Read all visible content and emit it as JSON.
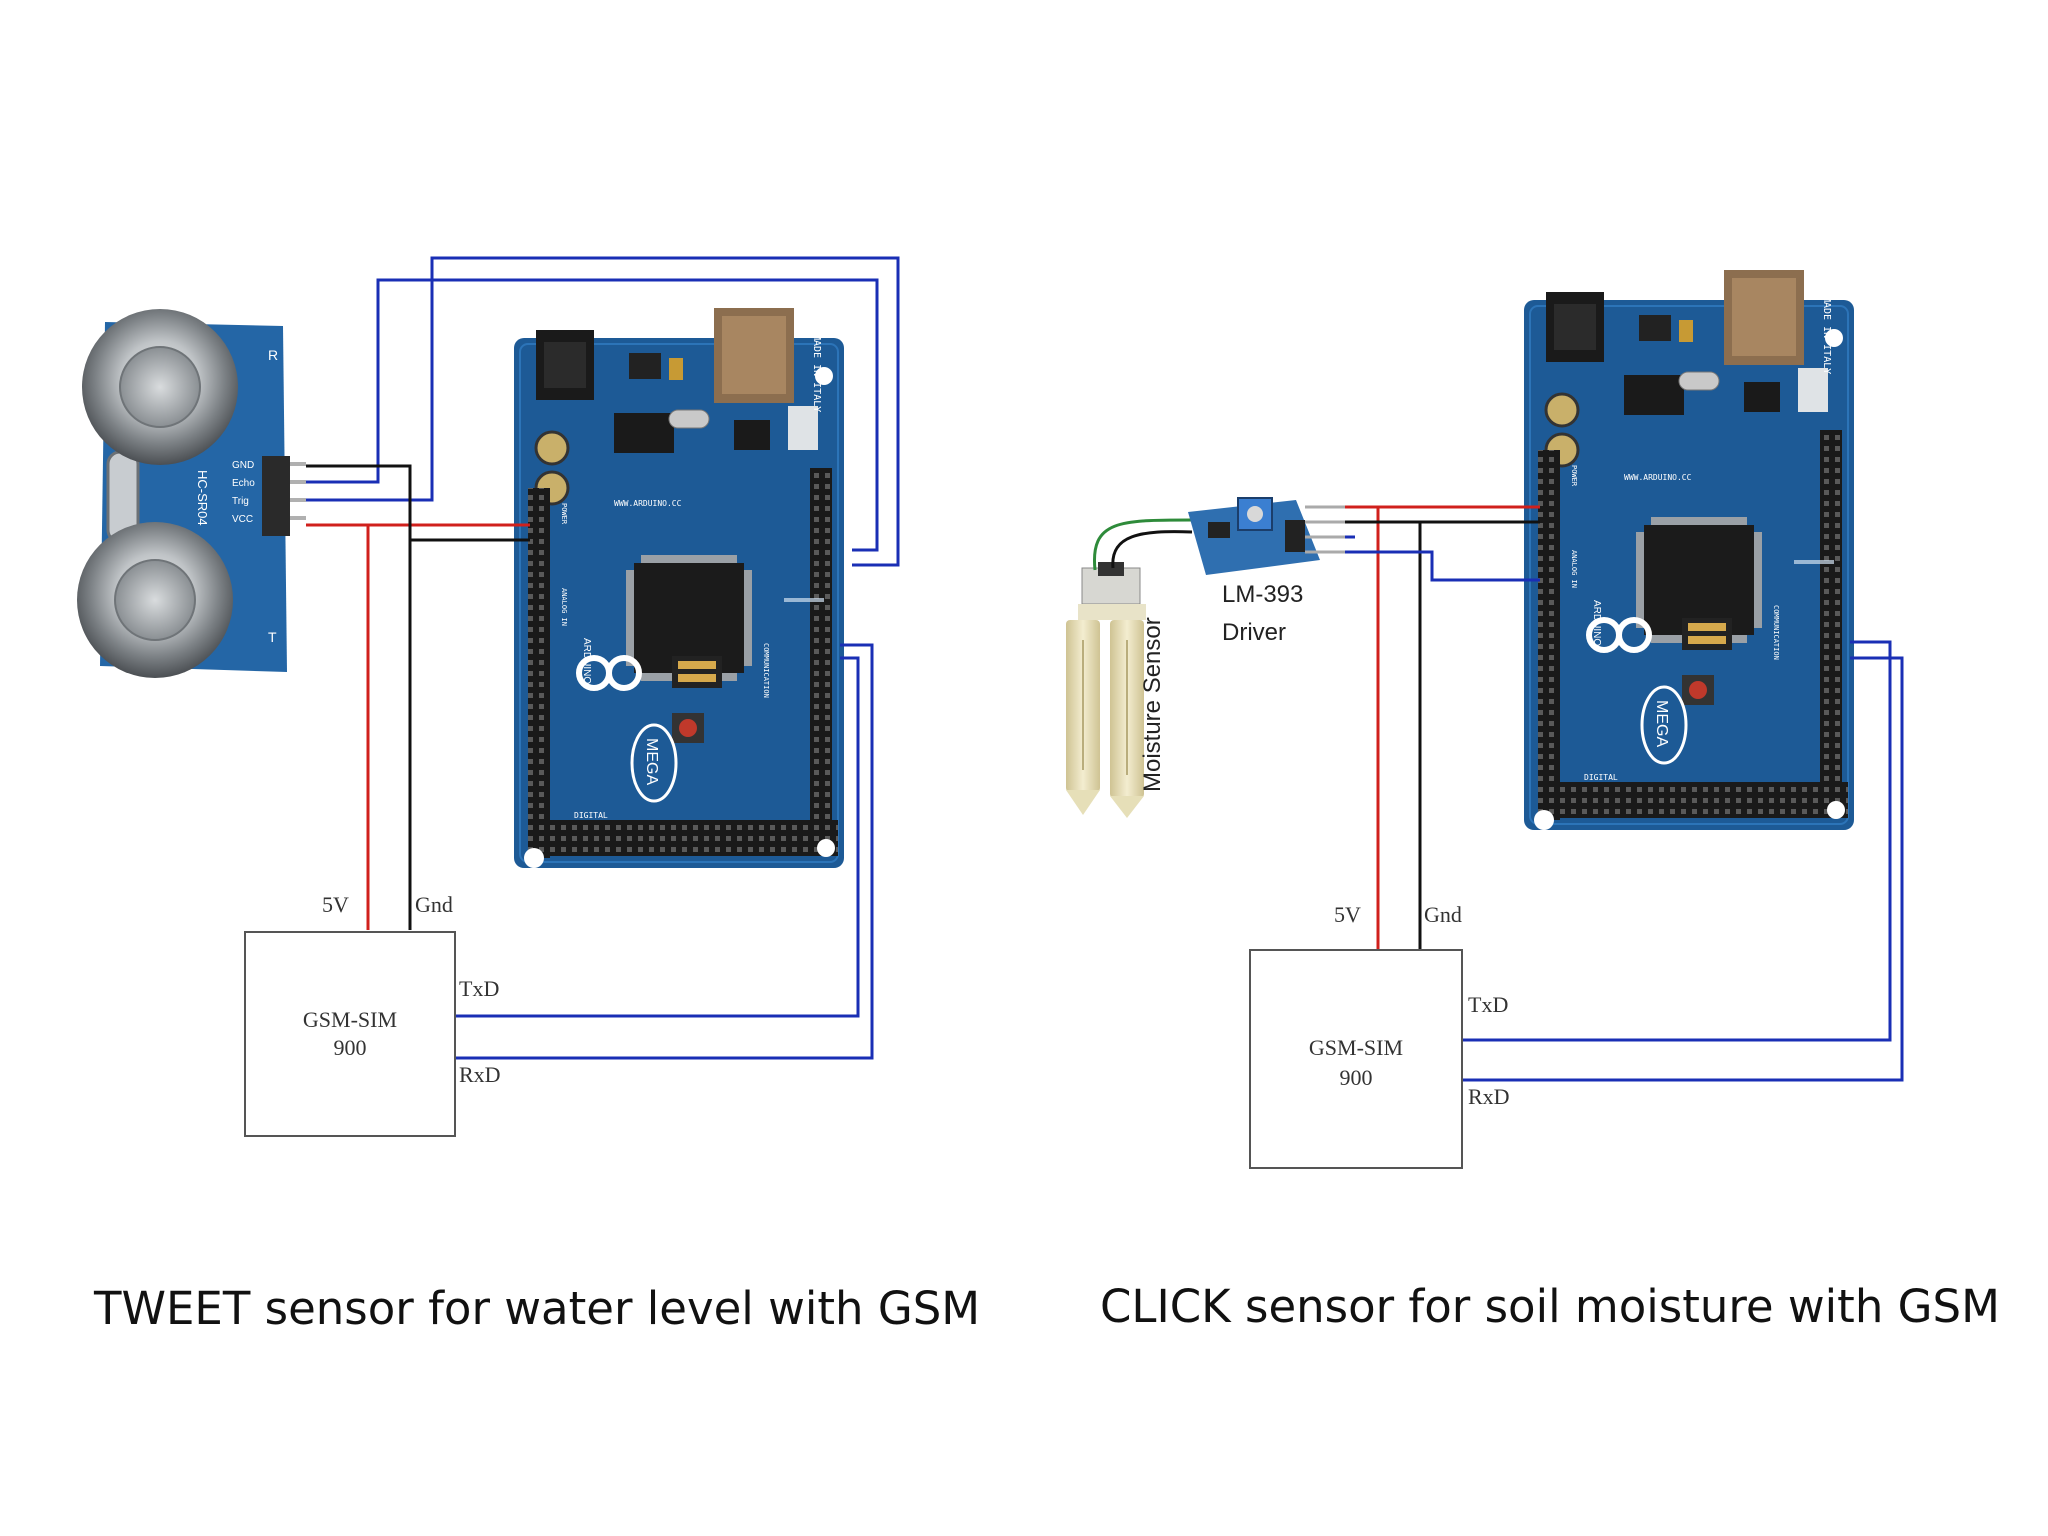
{
  "left": {
    "caption": "TWEET sensor for water level with GSM",
    "gsm_label_line1": "GSM-SIM",
    "gsm_label_line2": "900",
    "wire_5v": "5V",
    "wire_gnd": "Gnd",
    "wire_txd": "TxD",
    "wire_rxd": "RxD",
    "ultrasonic_model": "HC-SR04",
    "ultrasonic_pins": [
      "GND",
      "Echo",
      "Trig",
      "VCC"
    ],
    "ultrasonic_r": "R",
    "ultrasonic_t": "T",
    "board": {
      "made_in": "MADE IN ITALY",
      "brand": "ARDUINO",
      "model": "MEGA",
      "site": "WWW.ARDUINO.CC",
      "digital": "DIGITAL",
      "comm": "COMMUNICATION",
      "power": "POWER",
      "analog": "ANALOG IN"
    }
  },
  "right": {
    "caption": "CLICK sensor for soil moisture with GSM",
    "gsm_label_line1": "GSM-SIM",
    "gsm_label_line2": "900",
    "wire_5v": "5V",
    "wire_gnd": "Gnd",
    "wire_txd": "TxD",
    "wire_rxd": "RxD",
    "driver_line1": "LM-393",
    "driver_line2": "Driver",
    "moisture_label": "Moisture Sensor",
    "board": {
      "made_in": "MADE IN ITALY",
      "brand": "ARDUINO",
      "model": "MEGA",
      "site": "WWW.ARDUINO.CC",
      "digital": "DIGITAL",
      "comm": "COMMUNICATION",
      "power": "POWER",
      "analog": "ANALOG IN"
    }
  },
  "colors": {
    "wire_blue": "#1a2fb5",
    "wire_red": "#d0201c",
    "wire_black": "#111111",
    "wire_green": "#2e8b3a",
    "board_blue": "#1d5a96",
    "board_dark": "#133f6e",
    "sensor_blue": "#2466a6"
  }
}
